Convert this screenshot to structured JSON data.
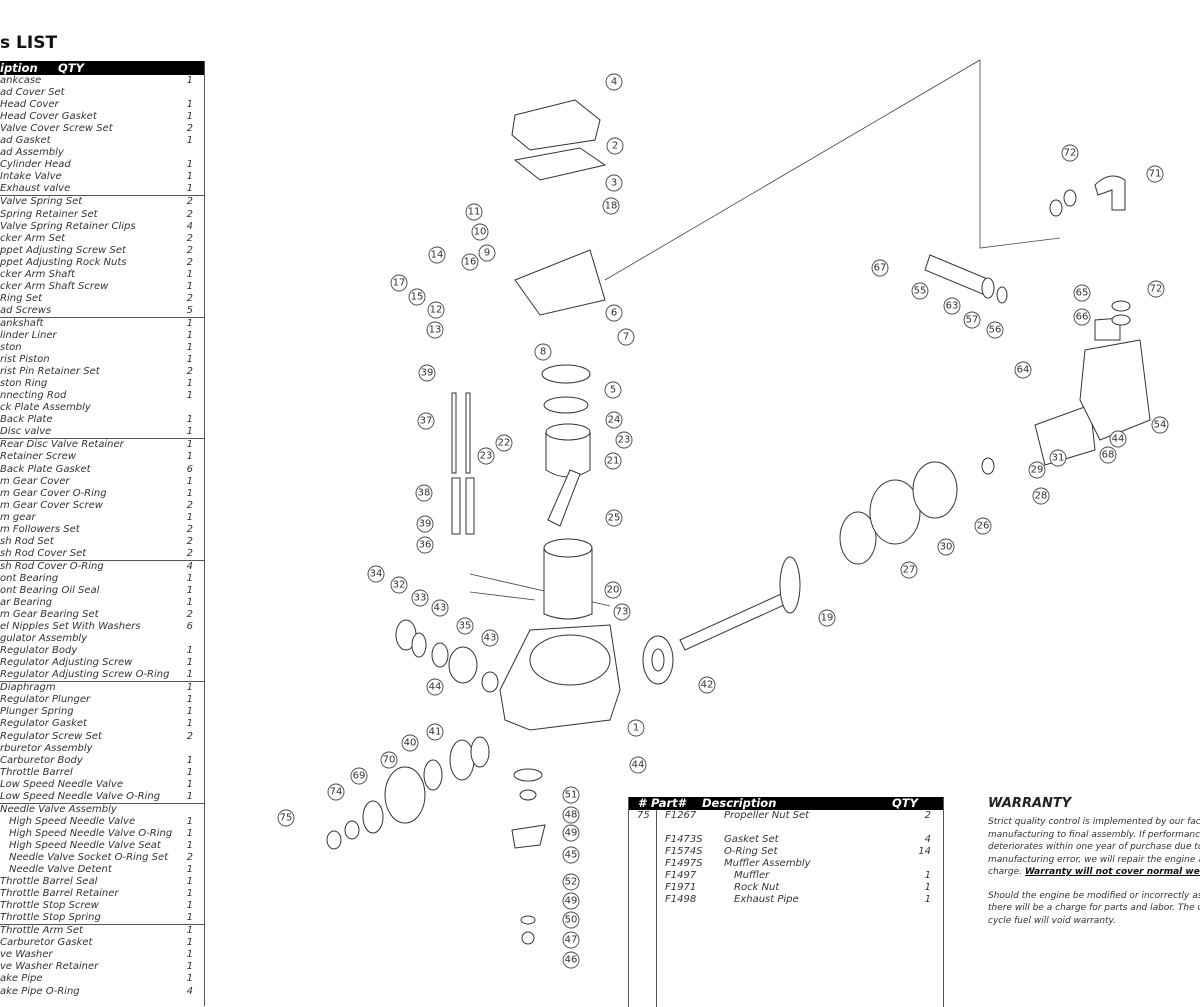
{
  "parts_list": {
    "title": "s LIST",
    "header": {
      "description": "iption",
      "qty": "QTY"
    },
    "groups": [
      {
        "rows": [
          {
            "d": "ankcase",
            "q": "1"
          },
          {
            "d": "ad Cover Set",
            "q": ""
          },
          {
            "d": "Head Cover",
            "q": "1"
          },
          {
            "d": "Head Cover Gasket",
            "q": "1"
          },
          {
            "d": "Valve Cover Screw Set",
            "q": "2"
          },
          {
            "d": "ad Gasket",
            "q": "1"
          },
          {
            "d": "ad Assembly",
            "q": ""
          },
          {
            "d": "Cylinder Head",
            "q": "1"
          },
          {
            "d": "Intake Valve",
            "q": "1"
          },
          {
            "d": "Exhaust valve",
            "q": "1"
          }
        ]
      },
      {
        "rows": [
          {
            "d": "Valve Spring Set",
            "q": "2"
          },
          {
            "d": "Spring Retainer Set",
            "q": "2"
          },
          {
            "d": "Valve Spring Retainer Clips",
            "q": "4"
          },
          {
            "d": "cker Arm Set",
            "q": "2"
          },
          {
            "d": "ppet Adjusting Screw Set",
            "q": "2"
          },
          {
            "d": "ppet Adjusting Rock Nuts",
            "q": "2"
          },
          {
            "d": "cker Arm Shaft",
            "q": "1"
          },
          {
            "d": "cker Arm Shaft Screw",
            "q": "1"
          },
          {
            "d": "Ring Set",
            "q": "2"
          },
          {
            "d": "ad Screws",
            "q": "5"
          }
        ]
      },
      {
        "rows": [
          {
            "d": "ankshaft",
            "q": "1"
          },
          {
            "d": "linder Liner",
            "q": "1"
          },
          {
            "d": "ston",
            "q": "1"
          },
          {
            "d": "rist Piston",
            "q": "1"
          },
          {
            "d": "rist Pin Retainer Set",
            "q": "2"
          },
          {
            "d": "ston Ring",
            "q": "1"
          },
          {
            "d": "nnecting Rod",
            "q": "1"
          },
          {
            "d": "ck Plate Assembly",
            "q": ""
          },
          {
            "d": "Back Plate",
            "q": "1"
          },
          {
            "d": "Disc valve",
            "q": "1"
          }
        ]
      },
      {
        "rows": [
          {
            "d": "Rear Disc Valve Retainer",
            "q": "1"
          },
          {
            "d": "Retainer Screw",
            "q": "1"
          },
          {
            "d": "Back Plate Gasket",
            "q": "6"
          },
          {
            "d": "m Gear Cover",
            "q": "1"
          },
          {
            "d": "m Gear Cover O-Ring",
            "q": "1"
          },
          {
            "d": "m Gear Cover Screw",
            "q": "2"
          },
          {
            "d": "m gear",
            "q": "1"
          },
          {
            "d": "m Followers Set",
            "q": "2"
          },
          {
            "d": "sh Rod Set",
            "q": "2"
          },
          {
            "d": "sh Rod Cover Set",
            "q": "2"
          }
        ]
      },
      {
        "rows": [
          {
            "d": "sh Rod Cover O-Ring",
            "q": "4"
          },
          {
            "d": "ont Bearing",
            "q": "1"
          },
          {
            "d": "ont Bearing Oil Seal",
            "q": "1"
          },
          {
            "d": "ar Bearing",
            "q": "1"
          },
          {
            "d": "m Gear Bearing Set",
            "q": "2"
          },
          {
            "d": "el Nipples Set With Washers",
            "q": "6"
          },
          {
            "d": "gulator Assembly",
            "q": ""
          },
          {
            "d": "Regulator Body",
            "q": "1"
          },
          {
            "d": "Regulator Adjusting Screw",
            "q": "1"
          },
          {
            "d": "Regulator Adjusting Screw O-Ring",
            "q": "1"
          }
        ]
      },
      {
        "rows": [
          {
            "d": "Diaphragm",
            "q": "1"
          },
          {
            "d": "Regulator Plunger",
            "q": "1"
          },
          {
            "d": "Plunger Spring",
            "q": "1"
          },
          {
            "d": "Regulator Gasket",
            "q": "1"
          },
          {
            "d": "Regulator Screw Set",
            "q": "2"
          },
          {
            "d": "rburetor Assembly",
            "q": ""
          },
          {
            "d": "Carburetor Body",
            "q": "1"
          },
          {
            "d": "Throttle Barrel",
            "q": "1"
          },
          {
            "d": "Low Speed Needle Valve",
            "q": "1"
          },
          {
            "d": "Low Speed Needle Valve O-Ring",
            "q": "1"
          }
        ]
      },
      {
        "rows": [
          {
            "d": "Needle Valve Assembly",
            "q": ""
          },
          {
            "d": "High Speed Needle Valve",
            "q": "1",
            "indent": true
          },
          {
            "d": "High Speed Needle Valve O-Ring",
            "q": "1",
            "indent": true
          },
          {
            "d": "High Speed Needle Valve Seat",
            "q": "1",
            "indent": true
          },
          {
            "d": "Needle Valve Socket O-Ring Set",
            "q": "2",
            "indent": true
          },
          {
            "d": "Needle Valve Detent",
            "q": "1",
            "indent": true
          },
          {
            "d": "Throttle Barrel Seal",
            "q": "1"
          },
          {
            "d": "Throttle Barrel Retainer",
            "q": "1"
          },
          {
            "d": "Throttle Stop Screw",
            "q": "1"
          },
          {
            "d": "Throttle Stop Spring",
            "q": "1"
          }
        ]
      },
      {
        "rows": [
          {
            "d": "Throttle Arm Set",
            "q": "1"
          },
          {
            "d": "Carburetor Gasket",
            "q": "1"
          },
          {
            "d": "ve Washer",
            "q": "1"
          },
          {
            "d": "ve Washer Retainer",
            "q": "1"
          },
          {
            "d": "ake Pipe",
            "q": "1"
          },
          {
            "d": "ake Pipe O-Ring",
            "q": "4"
          }
        ]
      }
    ]
  },
  "diagram": {
    "callouts": [
      "4",
      "2",
      "3",
      "18",
      "11",
      "10",
      "9",
      "14",
      "16",
      "17",
      "15",
      "12",
      "13",
      "6",
      "7",
      "8",
      "39",
      "5",
      "37",
      "24",
      "23",
      "22",
      "23",
      "21",
      "38",
      "25",
      "39",
      "36",
      "20",
      "19",
      "34",
      "32",
      "33",
      "43",
      "35",
      "43",
      "73",
      "42",
      "44",
      "1",
      "41",
      "40",
      "70",
      "44",
      "69",
      "74",
      "75",
      "51",
      "48",
      "49",
      "45",
      "52",
      "49",
      "50",
      "47",
      "46",
      "72",
      "71",
      "67",
      "55",
      "63",
      "57",
      "56",
      "65",
      "72",
      "66",
      "64",
      "44",
      "54",
      "68",
      "31",
      "29",
      "28",
      "26",
      "30",
      "27"
    ]
  },
  "bottom_table": {
    "header": {
      "num": "#",
      "part": "Part#",
      "description": "Description",
      "qty": "QTY"
    },
    "rows": [
      {
        "num": "75",
        "part": "F1267",
        "description": "Propeller Nut Set",
        "qty": "2"
      },
      {
        "num": "",
        "part": "",
        "description": "",
        "qty": ""
      },
      {
        "num": "",
        "part": "F1473S",
        "description": "Gasket Set",
        "qty": "4"
      },
      {
        "num": "",
        "part": "F1574S",
        "description": "O-Ring Set",
        "qty": "14"
      },
      {
        "num": "",
        "part": "F1497S",
        "description": "Muffler Assembly",
        "qty": ""
      },
      {
        "num": "",
        "part": "F1497",
        "description": "Muffler",
        "qty": "1",
        "indent": true
      },
      {
        "num": "",
        "part": "F1971",
        "description": "Rock Nut",
        "qty": "1",
        "indent": true
      },
      {
        "num": "",
        "part": "F1498",
        "description": "Exhaust Pipe",
        "qty": "1",
        "indent": true
      }
    ]
  },
  "warranty": {
    "title": "WARRANTY",
    "p1": "Strict quality control is implemented by our factory from manufacturing to final assembly. If performance deteriorates within one year of purchase due to a manufacturing error, we will repair the engine at no charge.",
    "p1_bold": "Warranty will not cover normal wear.",
    "p2": "Should the engine be modified or incorrectly assembled, there will be a charge for parts and labor. The use of four cycle fuel will void warranty."
  }
}
